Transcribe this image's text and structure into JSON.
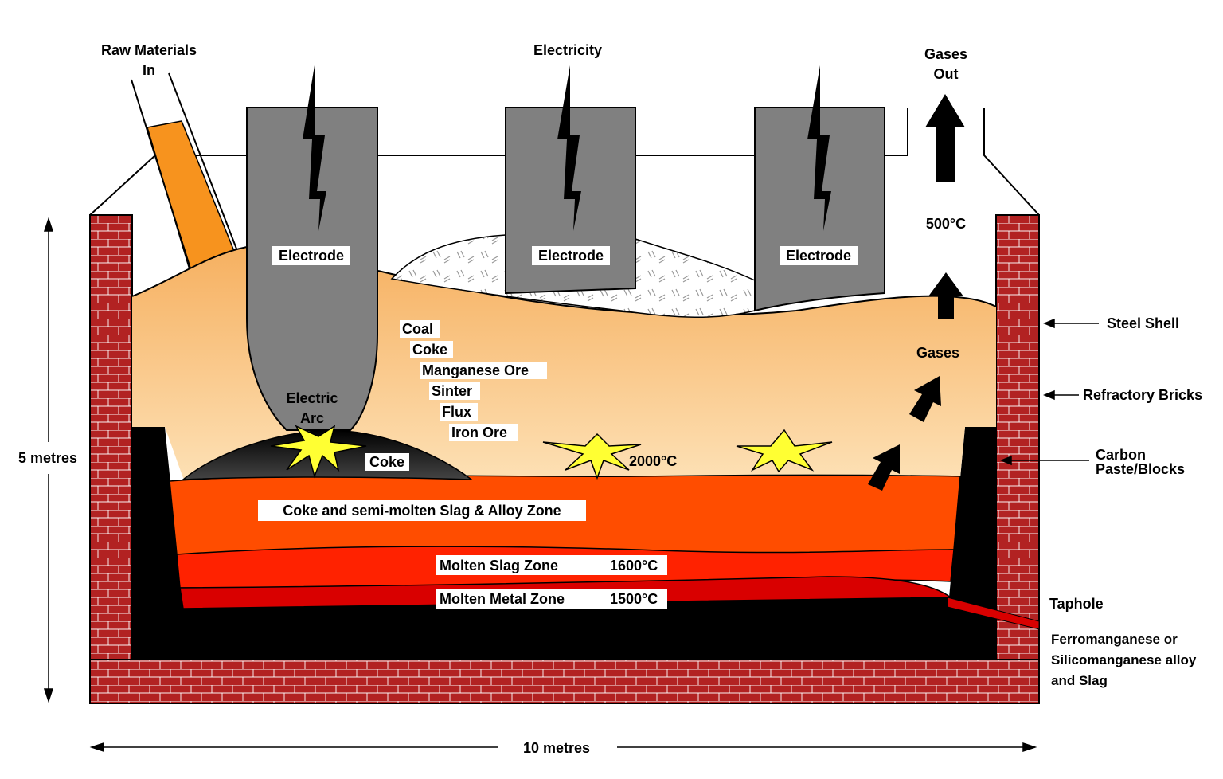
{
  "labels": {
    "raw_materials_line1": "Raw Materials",
    "raw_materials_line2": "In",
    "electricity": "Electricity",
    "gases_out_line1": "Gases",
    "gases_out_line2": "Out",
    "temp_500": "500°C",
    "electrode": "Electrode",
    "gases": "Gases",
    "steel_shell": "Steel Shell",
    "refractory_bricks": "Refractory Bricks",
    "carbon_paste_line1": "Carbon",
    "carbon_paste_line2": "Paste/Blocks",
    "taphole": "Taphole",
    "product_line1": "Ferromanganese or",
    "product_line2": "Silicomanganese alloy",
    "product_line3": "and Slag",
    "height": "5 metres",
    "width": "10 metres",
    "electric_arc_line1": "Electric",
    "electric_arc_line2": "Arc",
    "coke_mound": "Coke",
    "temp_2000": "2000°C",
    "semi_molten_zone": "Coke and semi-molten Slag & Alloy Zone",
    "molten_slag_zone": "Molten Slag Zone",
    "molten_slag_temp": "1600°C",
    "molten_metal_zone": "Molten Metal Zone",
    "molten_metal_temp": "1500°C"
  },
  "charge_materials": [
    "Coal",
    "Coke",
    "Manganese Ore",
    "Sinter",
    "Flux",
    "Iron Ore"
  ],
  "colors": {
    "brick": "#b22222",
    "charge_top": "#f6b060",
    "charge_bottom": "#fde0b4",
    "semi_molten": "#ff4d00",
    "molten_slag": "#ff2200",
    "molten_metal": "#d90000",
    "electrode": "#808080",
    "arc": "#ffff33",
    "feed_chute": "#f7931e"
  }
}
